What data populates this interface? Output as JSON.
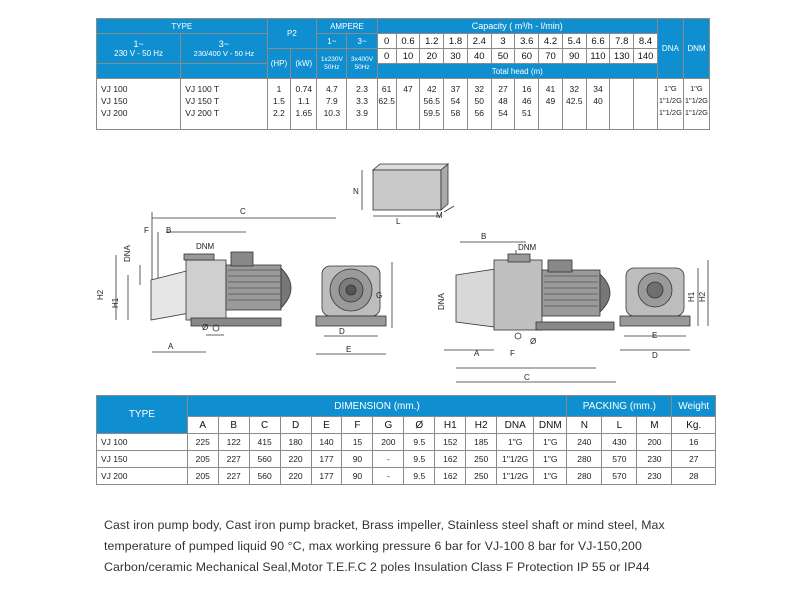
{
  "perf_table": {
    "type_label": "TYPE",
    "phase1_label": "1~",
    "phase1_sub": "230 V - 50 Hz",
    "phase3_label": "3~",
    "phase3_sub": "230/400 V - 50 Hz",
    "p2_label": "P2",
    "hp_label": "(HP)",
    "kw_label": "(kW)",
    "ampere_label": "AMPERE",
    "amp1_label": "1~",
    "amp3_label": "3~",
    "amp1_sub_a": "1x230V",
    "amp1_sub_b": "50Hz",
    "amp3_sub_a": "3x400V",
    "amp3_sub_b": "50Hz",
    "capacity_label": "Capacity ( m³/h - l/min)",
    "cap_m3h": [
      "0",
      "0.6",
      "1.2",
      "1.8",
      "2.4",
      "3",
      "3.6",
      "4.2",
      "5.4",
      "6.6",
      "7.8",
      "8.4"
    ],
    "cap_lmin": [
      "0",
      "10",
      "20",
      "30",
      "40",
      "50",
      "60",
      "70",
      "90",
      "110",
      "130",
      "140"
    ],
    "total_head_label": "Total head (m)",
    "dna_label": "DNA",
    "dnm_label": "DNM",
    "rows": [
      {
        "t1": "VJ 100",
        "t3": "VJ 100 T",
        "hp": "1",
        "kw": "0.74",
        "a1": "4.7",
        "a3": "2.3",
        "heads": [
          "",
          "47",
          "42",
          "37",
          "32",
          "27",
          "16",
          "",
          "",
          "",
          "",
          ""
        ],
        "dna": "1\"G",
        "dnm": "1\"G"
      },
      {
        "t1": "VJ 150",
        "t3": "VJ 150 T",
        "hp": "1.5",
        "kw": "1.1",
        "a1": "7.9",
        "a3": "3.3",
        "heads": [
          "61",
          "",
          "56.5",
          "54",
          "50",
          "48",
          "46",
          "41",
          "32",
          "34",
          "",
          ""
        ],
        "dna": "1\"1/2G",
        "dnm": "1\"1/2G"
      },
      {
        "t1": "VJ 200",
        "t3": "VJ 200 T",
        "hp": "2.2",
        "kw": "1.65",
        "a1": "10.3",
        "a3": "3.9",
        "heads": [
          "62.5",
          "",
          "59.5",
          "58",
          "56",
          "54",
          "51",
          "49",
          "42.5",
          "40",
          "",
          ""
        ],
        "dna": "1\"1/2G",
        "dnm": "1\"1/2G"
      }
    ]
  },
  "drawing_labels": {
    "N": "N",
    "L": "L",
    "M": "M",
    "C": "C",
    "F": "F",
    "B": "B",
    "DNM": "DNM",
    "DNA": "DNA",
    "H2": "H2",
    "H1": "H1",
    "A": "A",
    "phi": "Ø",
    "G": "G",
    "D": "D",
    "E": "E"
  },
  "dim_table": {
    "type_label": "TYPE",
    "dimension_label": "DIMENSION (mm.)",
    "packing_label": "PACKING (mm.)",
    "weight_label": "Weight",
    "cols": [
      "A",
      "B",
      "C",
      "D",
      "E",
      "F",
      "G",
      "Ø",
      "H1",
      "H2",
      "DNA",
      "DNM"
    ],
    "pack_cols": [
      "N",
      "L",
      "M"
    ],
    "kg_label": "Kg.",
    "rows": [
      {
        "type": "VJ 100",
        "vals": [
          "225",
          "122",
          "415",
          "180",
          "140",
          "15",
          "200",
          "9.5",
          "152",
          "185",
          "1\"G",
          "1\"G"
        ],
        "pack": [
          "240",
          "430",
          "200"
        ],
        "kg": "16"
      },
      {
        "type": "VJ 150",
        "vals": [
          "205",
          "227",
          "560",
          "220",
          "177",
          "90",
          "-",
          "9.5",
          "162",
          "250",
          "1\"1/2G",
          "1\"G"
        ],
        "pack": [
          "280",
          "570",
          "230"
        ],
        "kg": "27"
      },
      {
        "type": "VJ 200",
        "vals": [
          "205",
          "227",
          "560",
          "220",
          "177",
          "90",
          "-",
          "9.5",
          "162",
          "250",
          "1\"1/2G",
          "1\"G"
        ],
        "pack": [
          "280",
          "570",
          "230"
        ],
        "kg": "28"
      }
    ]
  },
  "description": {
    "line1": "Cast iron pump body, Cast iron pump bracket, Brass impeller, Stainless steel shaft or mind steel, Max",
    "line2": "temperature of pumped liquid 90 °C, max working pressure 6 bar for VJ-100 8 bar for VJ-150,200",
    "line3": "Carbon/ceramic Mechanical Seal,Motor T.E.F.C 2 poles Insulation Class F Protection IP 55 or IP44"
  },
  "colors": {
    "header_blue": "#0f8fd0"
  }
}
